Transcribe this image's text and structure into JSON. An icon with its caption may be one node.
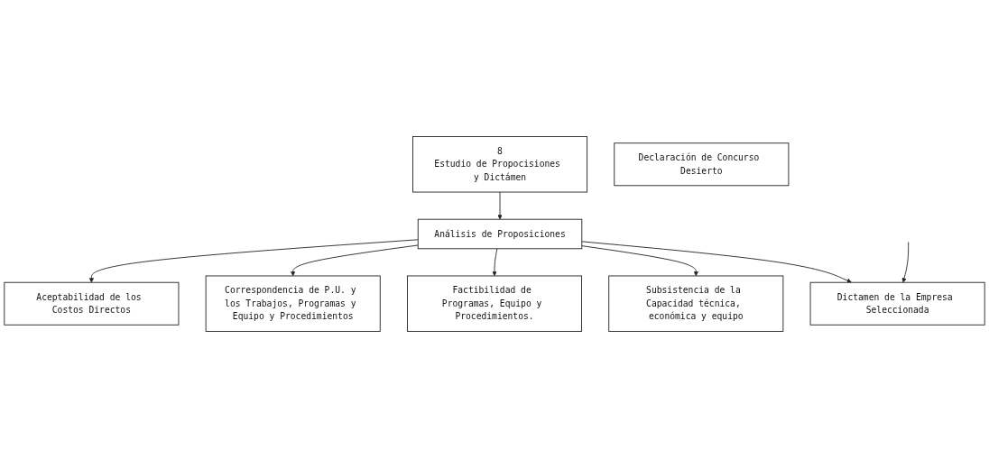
{
  "diagram": {
    "nodes": [
      {
        "text": [
          "8",
          "Estudio de Propocisiones y Dictámen"
        ]
      },
      {
        "text": [
          "Análisis de Proposiciones"
        ]
      },
      {
        "text": [
          "Dictamen de la Empresa Seleccionada"
        ]
      },
      {
        "text": [
          "Declaración de Concurso Desierto"
        ]
      },
      {
        "text": [
          "Subsistencia de la Capacidad técnica, económica y equipo"
        ]
      },
      {
        "text": [
          "Factibilidad de Programas, Equipo y Procedimientos."
        ]
      },
      {
        "text": [
          "Correspondencia de P.U. y los Trabajos, Programas y Equipo y Procedimientos"
        ]
      },
      {
        "text": [
          "Aceptabilidad de los Costos Directos"
        ]
      }
    ],
    "edges": [
      {
        "from": 0,
        "to": 1,
        "arrow": "to"
      },
      {
        "from": 1,
        "to": 2,
        "arrow": "to"
      },
      {
        "from": null,
        "to": 2,
        "arrow": "to"
      },
      {
        "from": 1,
        "to": 4,
        "arrow": "to"
      },
      {
        "from": 1,
        "to": 5,
        "arrow": "to"
      },
      {
        "from": 1,
        "to": 6,
        "arrow": "to"
      },
      {
        "from": 1,
        "to": 7,
        "arrow": "to"
      }
    ]
  }
}
